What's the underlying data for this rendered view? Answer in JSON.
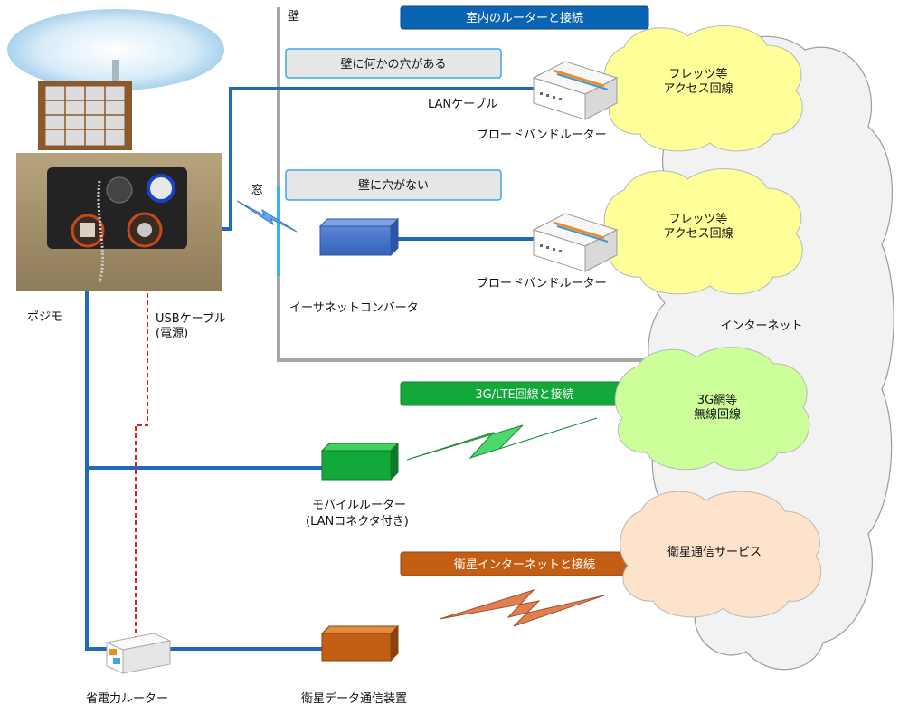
{
  "labels": {
    "wall": "壁",
    "window": "窓",
    "lan_cable": "LANケーブル",
    "usb_cable_l1": "USBケーブル",
    "usb_cable_l2": "(電源)",
    "posimo": "ポジモ",
    "broadband_router_1": "ブロードバンドルーター",
    "broadband_router_2": "ブロードバンドルーター",
    "ethernet_converter": "イーサネットコンバータ",
    "mobile_router_l1": "モバイルルーター",
    "mobile_router_l2": "(LANコネクタ付き)",
    "power_saving_router": "省電力ルーター",
    "satellite_device": "衛星データ通信装置",
    "internet": "インターネット"
  },
  "banners": {
    "indoor_router": "室内のルーターと接続",
    "lte": "3G/LTE回線と接続",
    "satellite": "衛星インターネットと接続"
  },
  "notes": {
    "wall_hole": "壁に何かの穴がある",
    "no_hole": "壁に穴がない"
  },
  "clouds": {
    "flets_1_l1": "フレッツ等",
    "flets_1_l2": "アクセス回線",
    "flets_2_l1": "フレッツ等",
    "flets_2_l2": "アクセス回線",
    "mobile_l1": "3G網等",
    "mobile_l2": "無線回線",
    "satellite": "衛星通信サービス"
  },
  "colors": {
    "line_blue": "#1f6bb8",
    "wall_gray": "#a6a6a6",
    "banner_blue": "#0b63b4",
    "banner_green": "#12a83a",
    "banner_orange": "#c45e14",
    "cloud_yellow": "#ffff99",
    "cloud_green": "#ccff99",
    "cloud_peach": "#fde2cc",
    "usb_red": "#e02020"
  }
}
